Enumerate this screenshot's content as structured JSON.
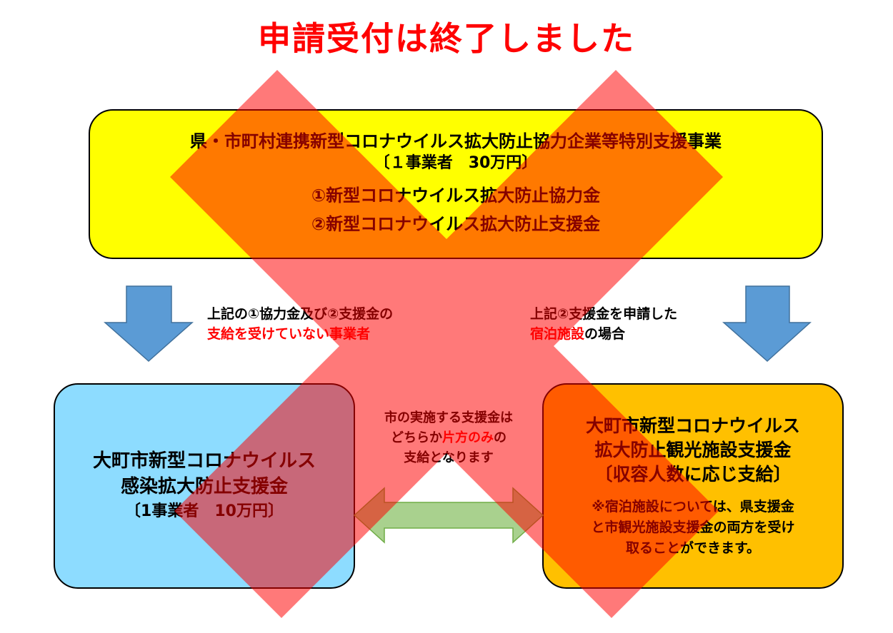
{
  "banner": {
    "text": "申請受付は終了しました",
    "color": "#ff0000"
  },
  "top_box": {
    "title": "県・市町村連携新型コロナウイルス拡大防止協力企業等特別支援事業",
    "amount": "〔１事業者　30万円〕",
    "item1": "①新型コロナウイルス拡大防止協力金",
    "item2": "②新型コロナウイルス拡大防止支援金",
    "color": "#ffff00"
  },
  "left_caption": {
    "line1": "上記の①協力金及び②支援金の",
    "line2": "支給を受けていない事業者"
  },
  "right_caption": {
    "line1_red": "",
    "line1": "上記②支援金を申請した",
    "line2_red": "宿泊施設",
    "line2": "の場合"
  },
  "left_box": {
    "line1": "大町市新型コロナウイルス",
    "line2": "感染拡大防止支援金",
    "line3": "〔1事業者　10万円〕",
    "color": "#8ddcff"
  },
  "right_box": {
    "line1": "大町市新型コロナウイルス",
    "line2": "拡大防止観光施設支援金",
    "line3": "〔収容人数に応じ支給〕",
    "note1": "※宿泊施設については、県支援金",
    "note2": "と市観光施設支援金の両方を受け",
    "note3": "取ることができます。",
    "color": "#ffc000"
  },
  "middle_text": {
    "line1": "市の実施する支援金は",
    "line2_pre": "どちらか",
    "line2_red": "片方のみ",
    "line2_post": "の",
    "line3": "支給となります"
  },
  "icons": {
    "down_arrow": "down-arrow-icon",
    "double_arrow": "left-right-arrow-icon",
    "cross": "big-x-mark-icon"
  },
  "colors": {
    "arrow_blue": "#5b9bd5",
    "arrow_green": "#a9d18e",
    "cross_red": "#ff0000"
  }
}
